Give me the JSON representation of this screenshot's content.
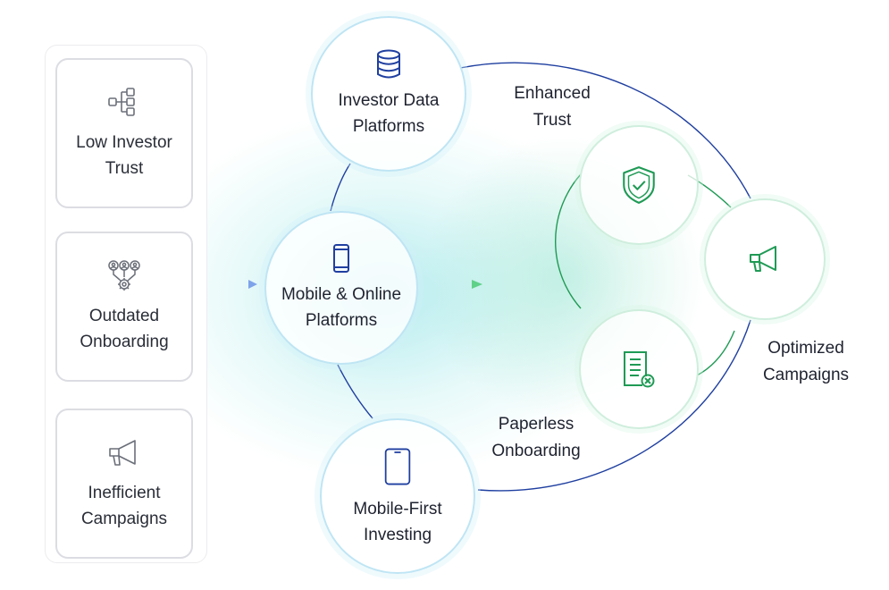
{
  "problems": [
    {
      "label": "Low Investor\nTrust",
      "icon": "hierarchy-icon"
    },
    {
      "label": "Outdated\nOnboarding",
      "icon": "people-gear-icon"
    },
    {
      "label": "Inefficient\nCampaigns",
      "icon": "megaphone-icon"
    }
  ],
  "platforms": {
    "investor_data": "Investor Data\nPlatforms",
    "mobile_online": "Mobile & Online\nPlatforms",
    "mobile_first": "Mobile-First\nInvesting"
  },
  "outcomes": {
    "enhanced_trust": "Enhanced\nTrust",
    "paperless": "Paperless\nOnboarding",
    "optimized": "Optimized\nCampaigns"
  },
  "colors": {
    "blue": "#1f3fa0",
    "green": "#1f9a55",
    "gray": "#6b6f79"
  }
}
